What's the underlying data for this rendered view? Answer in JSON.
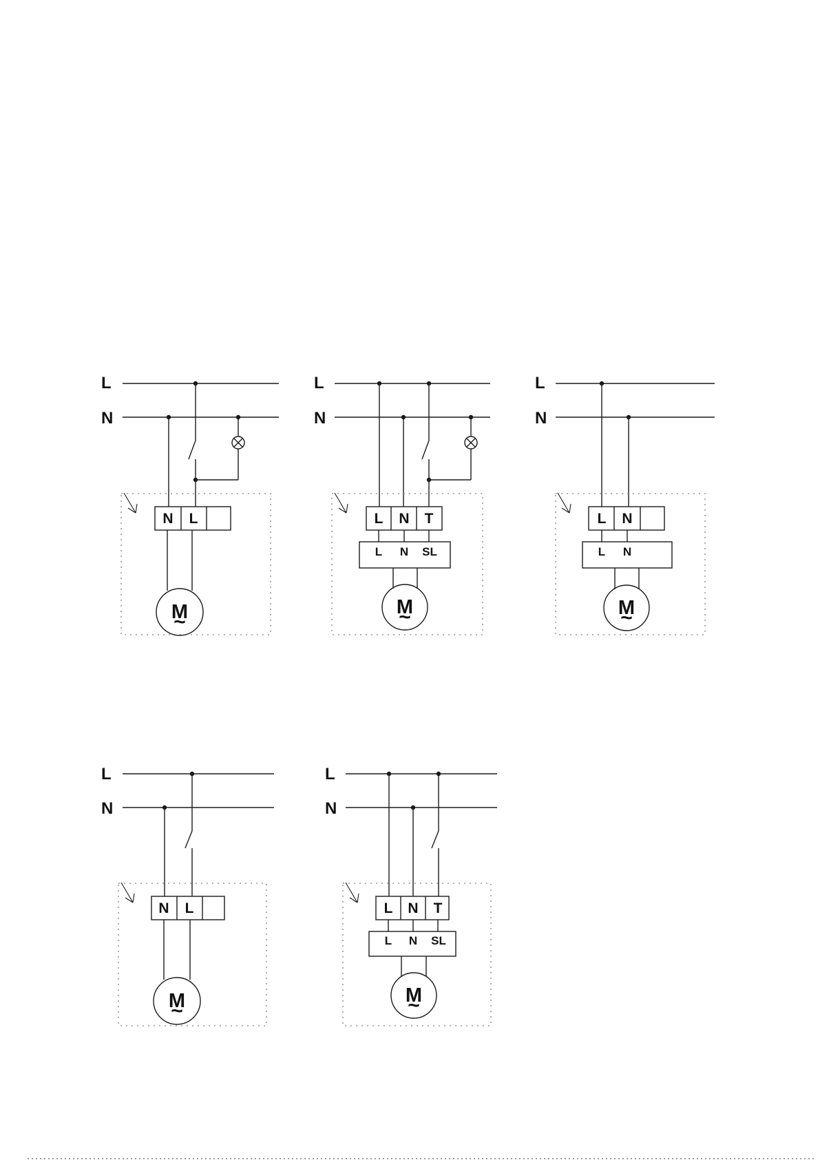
{
  "colors": {
    "line": "#1a1a1a",
    "dots": "#9a9a9a",
    "background": "#ffffff"
  },
  "icons": {
    "switch": "switch-contact-icon",
    "lamp": "indicator-lamp-icon",
    "motor": "motor-icon",
    "arrow": "pointer-arrow-icon"
  },
  "diagrams": [
    {
      "id": "d1",
      "bus_labels": [
        "L",
        "N"
      ],
      "terminals": [
        "N",
        "L",
        ""
      ],
      "sub_terminals": [],
      "motor_label": "M",
      "motor_tilde": "~",
      "has_lamp": true
    },
    {
      "id": "d2",
      "bus_labels": [
        "L",
        "N"
      ],
      "terminals": [
        "L",
        "N",
        "T"
      ],
      "sub_terminals": [
        "L",
        "N",
        "SL"
      ],
      "motor_label": "M",
      "motor_tilde": "~",
      "has_lamp": true
    },
    {
      "id": "d3",
      "bus_labels": [
        "L",
        "N"
      ],
      "terminals": [
        "L",
        "N",
        ""
      ],
      "sub_terminals": [
        "L",
        "N"
      ],
      "motor_label": "M",
      "motor_tilde": "~",
      "has_lamp": false
    },
    {
      "id": "d4",
      "bus_labels": [
        "L",
        "N"
      ],
      "terminals": [
        "N",
        "L",
        ""
      ],
      "sub_terminals": [],
      "motor_label": "M",
      "motor_tilde": "~",
      "has_lamp": false
    },
    {
      "id": "d5",
      "bus_labels": [
        "L",
        "N"
      ],
      "terminals": [
        "L",
        "N",
        "T"
      ],
      "sub_terminals": [
        "L",
        "N",
        "SL"
      ],
      "motor_label": "M",
      "motor_tilde": "~",
      "has_lamp": false
    }
  ]
}
